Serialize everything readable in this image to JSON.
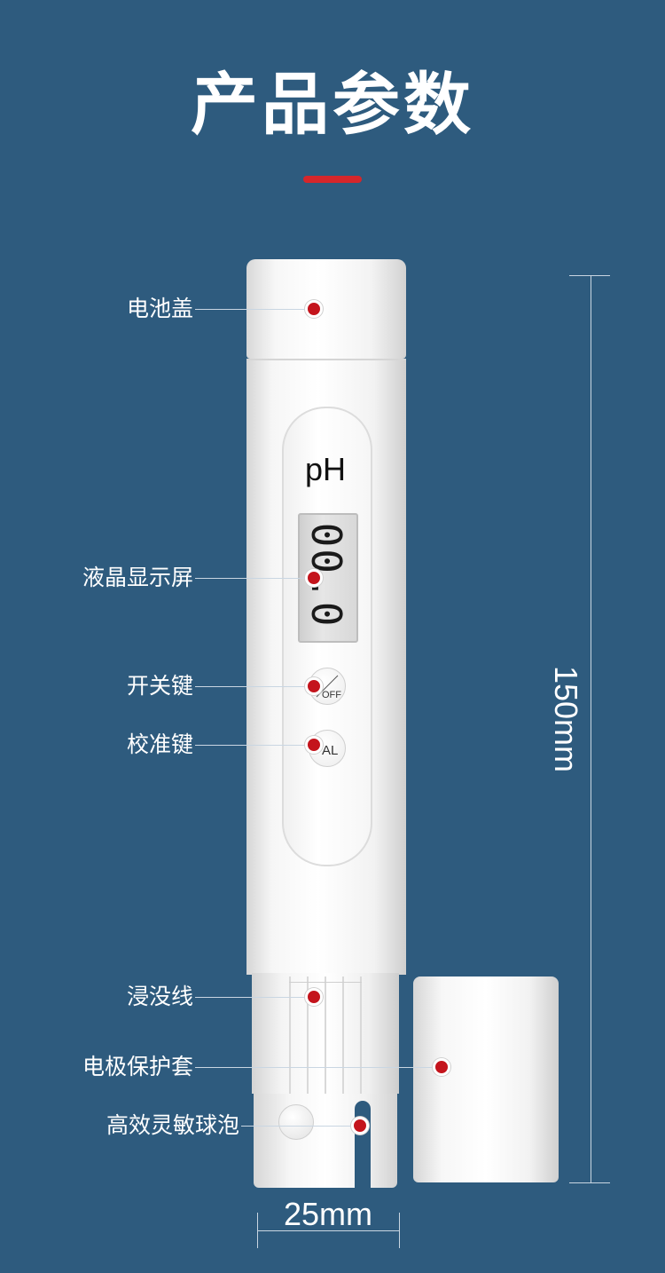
{
  "header": {
    "title": "产品参数",
    "accent_color": "#d6262a"
  },
  "theme": {
    "background": "#2e5b7e",
    "marker_color": "#c4141c"
  },
  "device": {
    "mode_label": "pH",
    "display_reading": "00.0",
    "power_button_label": "OFF",
    "cal_button_label": "AL"
  },
  "parts": [
    {
      "label": "电池盖"
    },
    {
      "label": "液晶显示屏"
    },
    {
      "label": "开关键"
    },
    {
      "label": "校准键"
    },
    {
      "label": "浸没线"
    },
    {
      "label": "电极保护套"
    },
    {
      "label": "高效灵敏球泡"
    }
  ],
  "dimensions": {
    "length": "150mm",
    "width": "25mm"
  }
}
